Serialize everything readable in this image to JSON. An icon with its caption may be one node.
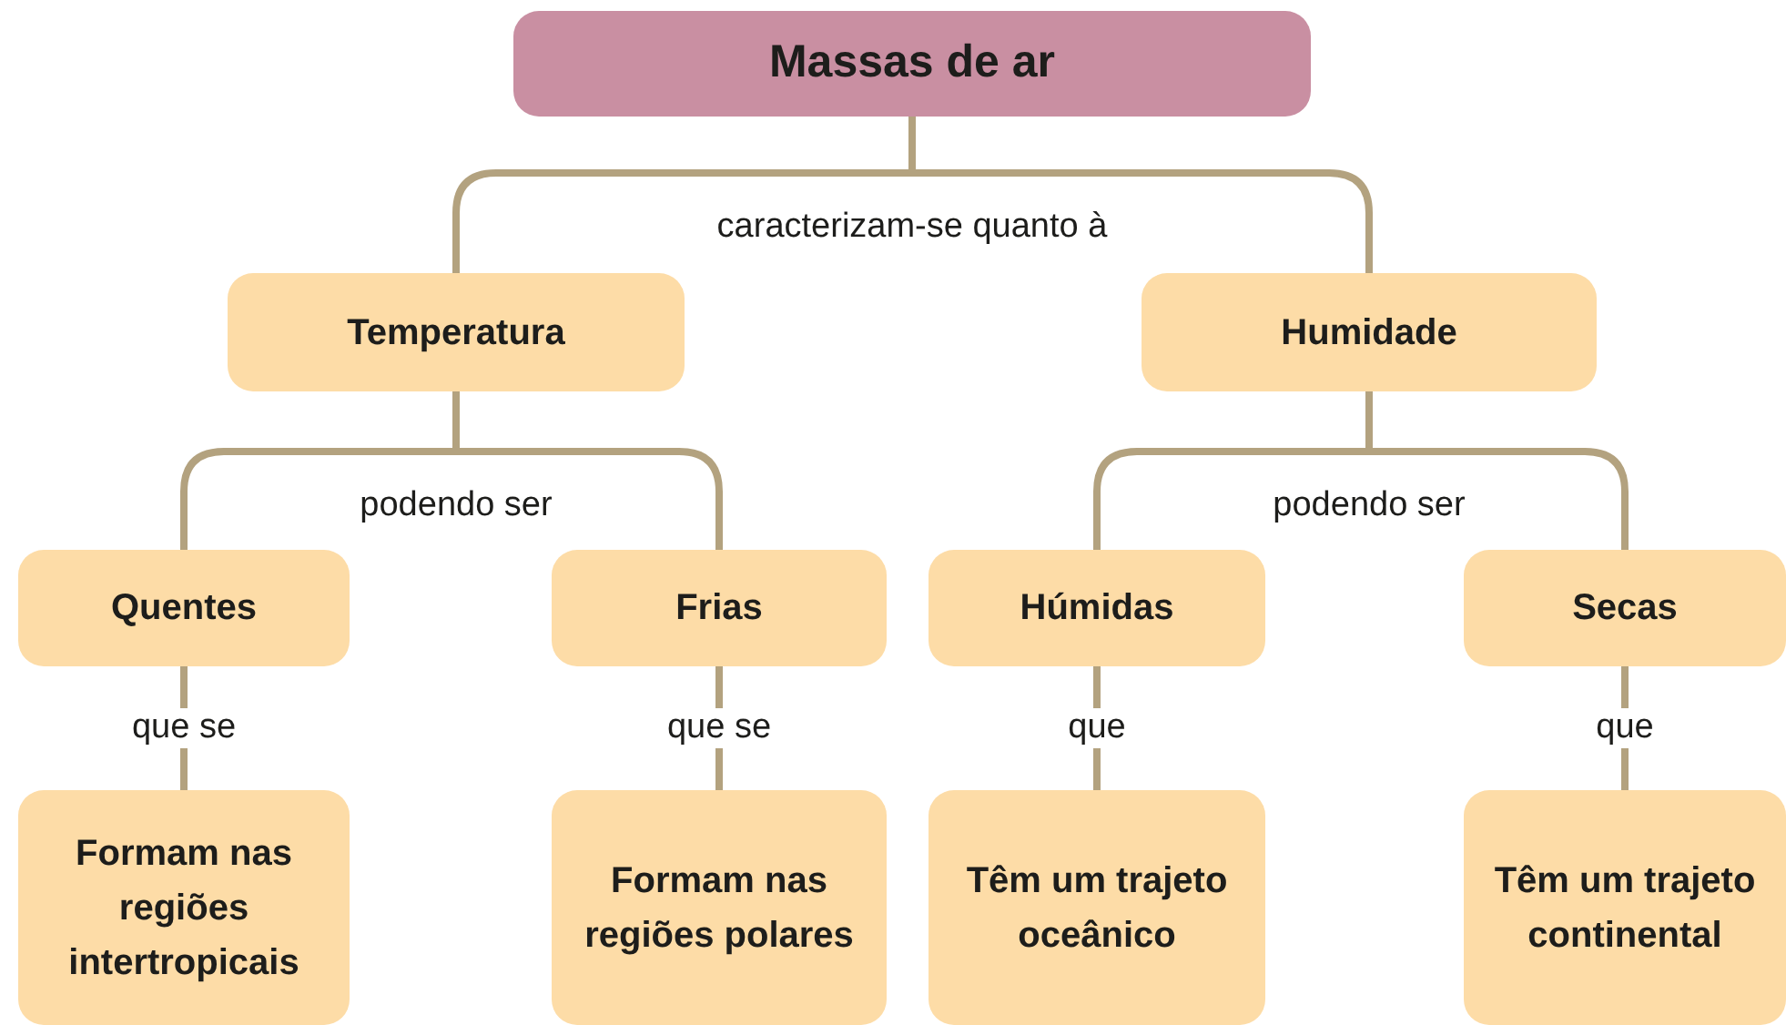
{
  "diagram": {
    "nodes": [
      {
        "text": [
          "Massas de ar"
        ]
      },
      {
        "text": [
          "Temperatura"
        ]
      },
      {
        "text": [
          "Humidade"
        ]
      },
      {
        "text": [
          "Quentes"
        ]
      },
      {
        "text": [
          "Frias"
        ]
      },
      {
        "text": [
          "Húmidas"
        ]
      },
      {
        "text": [
          "Secas"
        ]
      },
      {
        "text": [
          "Formam nas regiões intertropicais"
        ]
      },
      {
        "text": [
          "Formam nas regiões polares"
        ]
      },
      {
        "text": [
          "Têm um trajeto oceânico"
        ]
      },
      {
        "text": [
          "Têm um trajeto continental"
        ]
      }
    ],
    "edges": [
      {
        "from": 0,
        "to": 1,
        "arrow": "none",
        "label": "caracterizam-se quanto à"
      },
      {
        "from": 0,
        "to": 2,
        "arrow": "none"
      },
      {
        "from": 1,
        "to": 3,
        "arrow": "none",
        "label": "podendo ser"
      },
      {
        "from": 1,
        "to": 4,
        "arrow": "none"
      },
      {
        "from": 2,
        "to": 5,
        "arrow": "none",
        "label": "podendo ser"
      },
      {
        "from": 2,
        "to": 6,
        "arrow": "none"
      },
      {
        "from": 3,
        "to": 7,
        "arrow": "none",
        "label": "que se"
      },
      {
        "from": 4,
        "to": 8,
        "arrow": "none",
        "label": "que se"
      },
      {
        "from": 5,
        "to": 9,
        "arrow": "none",
        "label": "que"
      },
      {
        "from": 6,
        "to": 10,
        "arrow": "none",
        "label": "que"
      }
    ]
  }
}
